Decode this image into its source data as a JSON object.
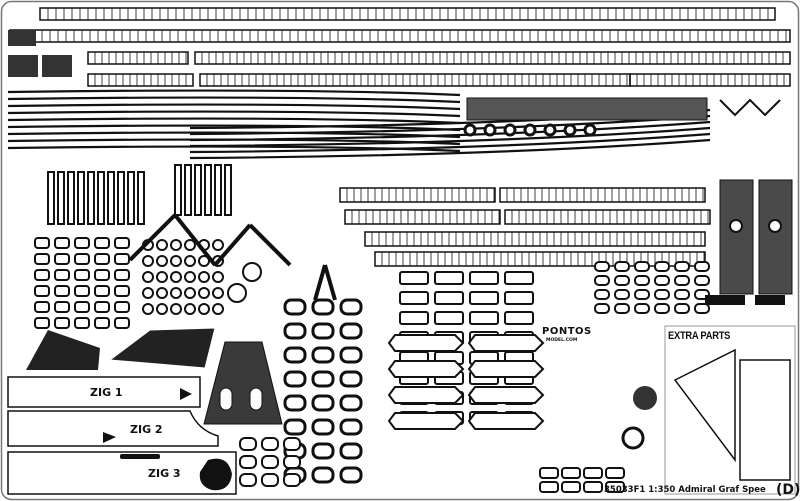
{
  "fret": {
    "product_code": "35033F1",
    "scale": "1:350",
    "subject": "Admiral Graf Spee",
    "caption": "35033F1 1:350 Admiral Graf Spee",
    "sheet_letter": "(D)",
    "brand": "PONTOS",
    "brand_sub": "MODEL.COM",
    "extra_parts_label": "EXTRA PARTS",
    "panels": [
      {
        "label": "ZIG 1"
      },
      {
        "label": "ZIG 2"
      },
      {
        "label": "ZIG 3"
      }
    ],
    "colors": {
      "metal": "#ffffff",
      "etch": "#111111",
      "plate": "#4a4a4a",
      "frame": "#777777"
    }
  }
}
